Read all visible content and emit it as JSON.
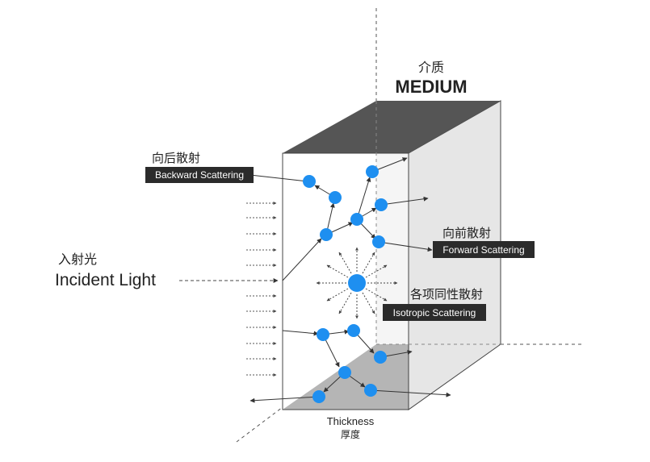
{
  "labels": {
    "medium_zh": "介质",
    "medium_en": "MEDIUM",
    "backward_zh": "向后散射",
    "backward_en": "Backward Scattering",
    "forward_zh": "向前散射",
    "forward_en": "Forward Scattering",
    "isotropic_zh": "各项同性散射",
    "isotropic_en": "Isotropic Scattering",
    "incident_zh": "入射光",
    "incident_en": "Incident Light",
    "thickness_en": "Thickness",
    "thickness_zh": "厚度"
  },
  "colors": {
    "particle": "#1e8ff0",
    "box_top": "#555555",
    "box_side": "#e8e8e8",
    "box_bottom": "#a9a9a9",
    "tag_bg": "#2b2b2b",
    "line": "#333333"
  }
}
